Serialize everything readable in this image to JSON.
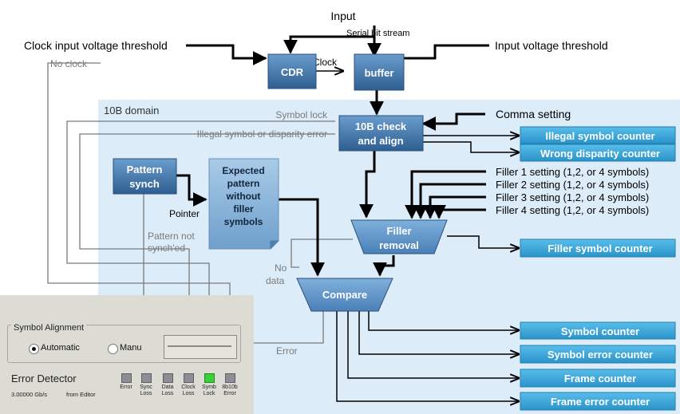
{
  "title_input": "Input",
  "serial_bit_stream": "Serial bit stream",
  "clock_input_voltage_threshold": "Clock input voltage threshold",
  "input_voltage_threshold": "Input voltage threshold",
  "no_clock": "No clock",
  "clock": "Clock",
  "blocks": {
    "cdr": "CDR",
    "buffer": "buffer",
    "check_line1": "10B check",
    "check_line2": "and align",
    "pattern_synch_line1": "Pattern",
    "pattern_synch_line2": "synch",
    "expected_pattern": [
      "Expected",
      "pattern",
      "without",
      "filler",
      "symbols"
    ],
    "filler_line1": "Filler",
    "filler_line2": "removal",
    "compare": "Compare"
  },
  "domain_label": "10B domain",
  "symbol_lock": "Symbol lock",
  "illegal_symbol_or_disparity_error": "Illegal symbol or disparity error",
  "comma_setting": "Comma setting",
  "pointer": "Pointer",
  "pattern_not_synched": [
    "Pattern not",
    "synch'ed"
  ],
  "no_data": [
    "No",
    "data"
  ],
  "error": "Error",
  "filler_settings": [
    "Filler 1 setting (1,2, or 4 symbols)",
    "Filler 2 setting (1,2, or 4 symbols)",
    "Filler 3 setting (1,2, or 4 symbols)",
    "Filler 4 setting (1,2, or 4 symbols)"
  ],
  "counters": {
    "illegal_symbol": "Illegal symbol counter",
    "wrong_disparity": "Wrong disparity counter",
    "filler_symbol": "Filler symbol counter",
    "symbol": "Symbol counter",
    "symbol_error": "Symbol error counter",
    "frame": "Frame counter",
    "frame_error": "Frame error counter"
  },
  "panel": {
    "symbol_alignment": "Symbol Alignment",
    "automatic": "Automatic",
    "manual": "Manu",
    "error_detector": "Error Detector",
    "rate": "3.00000 Gb/s",
    "source": "from Editor",
    "indicators": [
      {
        "label": "Error",
        "on": false
      },
      {
        "label": "Sync Loss",
        "on": false
      },
      {
        "label": "Data Loss",
        "on": false
      },
      {
        "label": "Clock Loss",
        "on": false
      },
      {
        "label": "Symb Lock",
        "on": true
      },
      {
        "label": "8b10b Error",
        "on": false
      }
    ]
  },
  "colors": {
    "block": "#3f73a8",
    "domain": "#dcecf9",
    "counter": "#3aa9df",
    "line": "#000000",
    "gray_line": "#7a7a7a",
    "led_on": "#3ad03a"
  }
}
